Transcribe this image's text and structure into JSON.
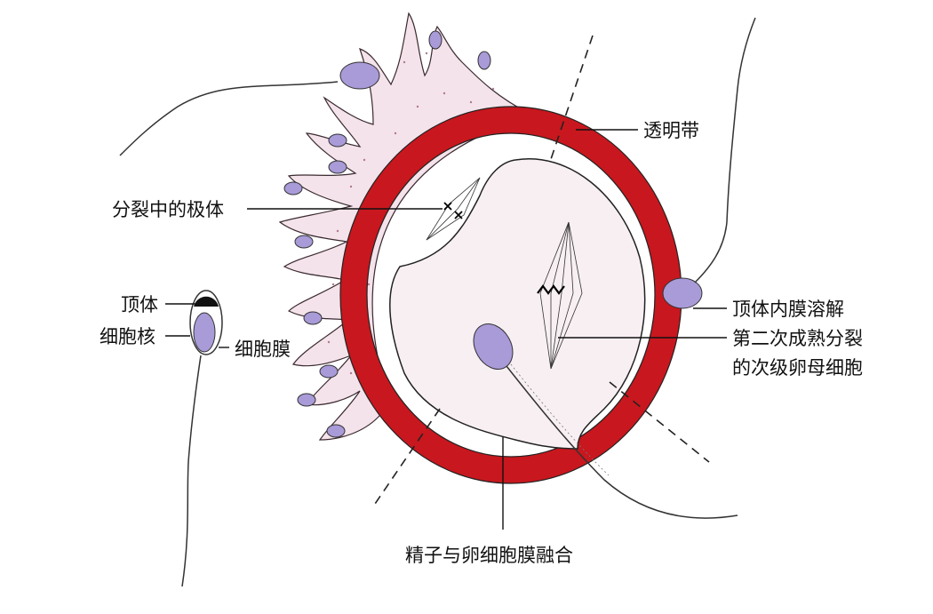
{
  "labels": {
    "zona_pellucida": "透明带",
    "polar_body": "分裂中的极体",
    "acrosome": "顶体",
    "nucleus": "细胞核",
    "cell_membrane": "细胞膜",
    "acrosome_dissolve": "顶体内膜溶解",
    "secondary_oocyte_line1": "第二次成熟分裂",
    "secondary_oocyte_line2": "的次级卵母细胞",
    "fusion": "精子与卵细胞膜融合"
  },
  "colors": {
    "zona": "#c8171e",
    "corona": "#f4e3ea",
    "corona_dots": "#b07a90",
    "nucleus": "#a99ad8",
    "oocyte": "#f8eff3",
    "line": "#111111"
  }
}
